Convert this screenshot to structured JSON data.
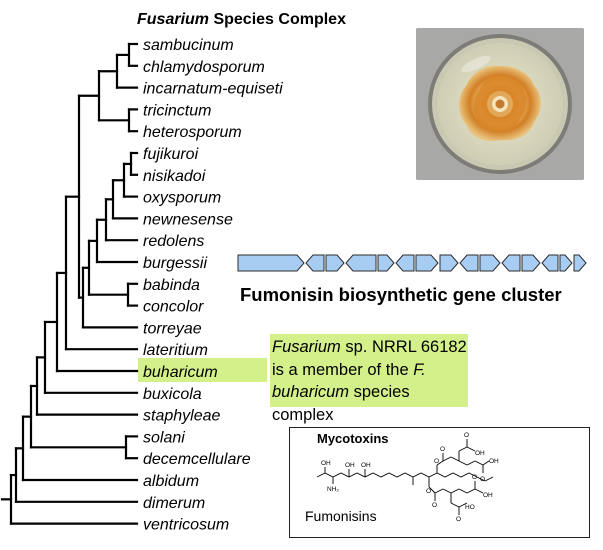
{
  "tree": {
    "title_italic": "Fusarium",
    "title_rest": " Species Complex",
    "leaves": [
      "sambucinum",
      "chlamydosporum",
      "incarnatum-equiseti",
      "tricinctum",
      "heterosporum",
      "fujikuroi",
      "nisikadoi",
      "oxysporum",
      "newnesense",
      "redolens",
      "burgessii",
      "babinda",
      "concolor",
      "torreyae",
      "lateritium",
      "buharicum",
      "buxicola",
      "staphyleae",
      "solani",
      "decemcellulare",
      "albidum",
      "dimerum",
      "ventricosum"
    ],
    "highlighted_leaf": "buharicum",
    "line_color": "#000000"
  },
  "note": {
    "part1_italic": "Fusarium",
    "part2": " sp. NRRL 66182 is a member of the ",
    "part3_italic": "F. buharicum",
    "part4": " species complex",
    "bg_color": "#d3f08a"
  },
  "gene_cluster": {
    "title": "Fumonisin biosynthetic gene cluster",
    "arrow_color": "#a8cdf3",
    "arrow_count": 16
  },
  "mycotoxins": {
    "box_title": "Mycotoxins",
    "compound_label": "Fumonisins",
    "atom_labels": {
      "oh": "OH",
      "nh2": "NH₂",
      "o": "O",
      "ho": "HO"
    }
  },
  "colors": {
    "highlight": "#d3f08a",
    "gene_arrow": "#a8cdf3",
    "dish_bg": "#a9a9a7"
  }
}
